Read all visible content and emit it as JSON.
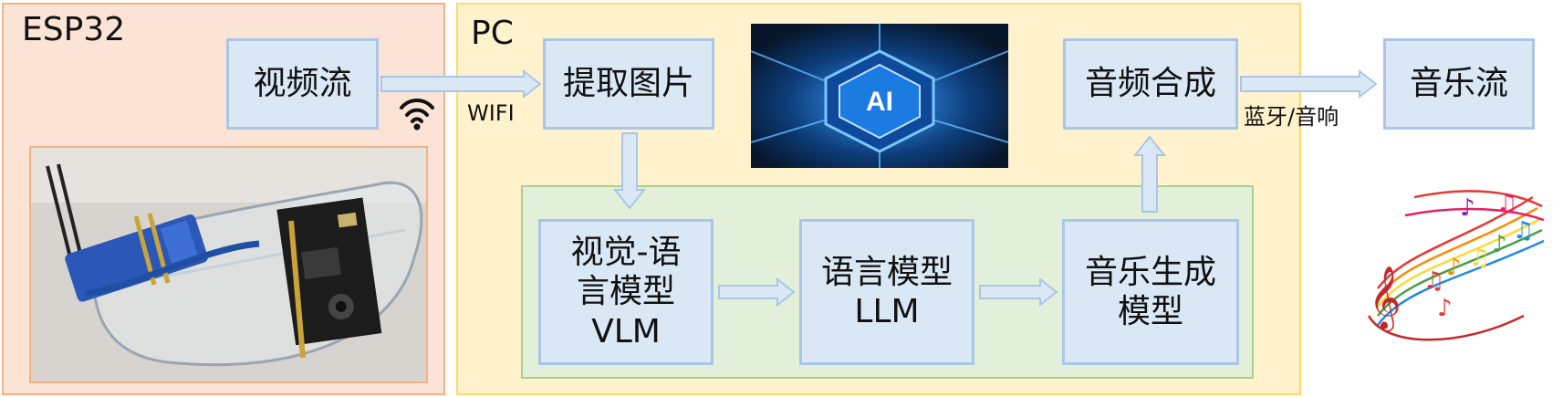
{
  "esp32_panel": {
    "title": "ESP32",
    "video_stream": "视频流"
  },
  "pc_panel": {
    "title": "PC",
    "extract_image": "提取图片",
    "audio_synthesis": "音频合成",
    "vlm": [
      "视觉-语",
      "言模型",
      "VLM"
    ],
    "llm": [
      "语言模型",
      "LLM"
    ],
    "music_gen": [
      "音乐生成",
      "模型"
    ]
  },
  "music_stream": "音乐流",
  "labels": {
    "wifi": "WIFI",
    "bluetooth": "蓝牙/音响"
  },
  "ai_chip_text": "AI",
  "colors": {
    "esp_fill": "#fbe3d6",
    "esp_border": "#f4b183",
    "pc_fill": "#fff2cc",
    "pc_border": "#ffd966",
    "model_fill": "#e2f0d9",
    "model_border": "#a9d18e",
    "box_fill": "#dae8f6",
    "box_border": "#a9c6e8"
  }
}
